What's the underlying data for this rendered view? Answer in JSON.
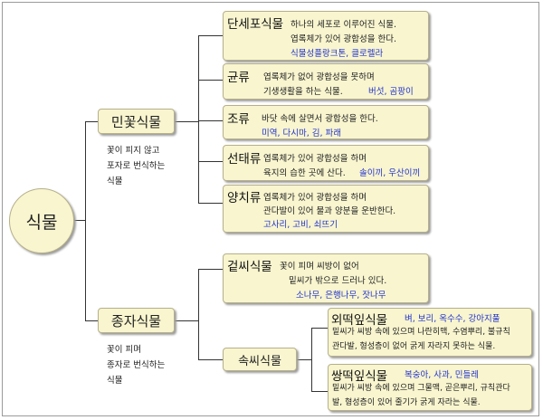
{
  "root": "식물",
  "branches": [
    {
      "name": "민꽃식물",
      "desc": [
        "꽃이 피지 않고",
        "포자로 번식하는",
        "식물"
      ],
      "items": [
        {
          "title": "단세포식물",
          "l1": "하나의 세포로 이루어진 식물.",
          "l2": "엽록체가 있어 광합성을 한다.",
          "ex": "식물성플랑크톤, 클로렐라"
        },
        {
          "title": "균류",
          "l1": "엽록체가 없어 광합성을 못하며",
          "l2": "기생생활을 하는 식물.",
          "ex": "버섯, 곰팡이"
        },
        {
          "title": "조류",
          "l1": "바닷 속에 살면서 광합성을 한다.",
          "ex": "미역, 다시마, 김, 파래"
        },
        {
          "title": "선태류",
          "l1": "엽록체가 있어 광합성을 하며",
          "l2": "육지의 습한 곳에 산다.",
          "ex": "솔이끼, 우산이끼"
        },
        {
          "title": "양치류",
          "l1": "엽록체가 있어 광합성을 하며",
          "l2": "관다발이 있어 물과 양분을 운반한다.",
          "ex": "고사리, 고비, 쇠뜨기"
        }
      ]
    },
    {
      "name": "종자식물",
      "desc": [
        "꽃이 피며",
        "종자로 번식하는",
        "식물"
      ],
      "gymno": {
        "title": "겉씨식물",
        "l1": "꽃이 피며 씨방이 없어",
        "l2": "밑씨가 밖으로 드러나 있다.",
        "ex": "소나무, 은행나무, 잣나무"
      },
      "angio": {
        "title": "속씨식물",
        "mono": {
          "title": "외떡잎식물",
          "ex": "벼, 보리, 옥수수, 강아지풀",
          "l1": "밑씨가 씨방 속에 있으며 나란히맥, 수염뿌리, 불규칙",
          "l2": "관다발, 형성층이 없어 굵게 자라지 못하는 식물."
        },
        "dicot": {
          "title": "쌍떡잎식물",
          "ex": "복숭아, 사과, 민들레",
          "l1": "밑씨가 씨방 속에 있으며 그물맥, 곧은뿌리, 규칙관다",
          "l2": "발, 형성층이 있어 줄기가 굵게 자라는 식물."
        }
      }
    }
  ]
}
